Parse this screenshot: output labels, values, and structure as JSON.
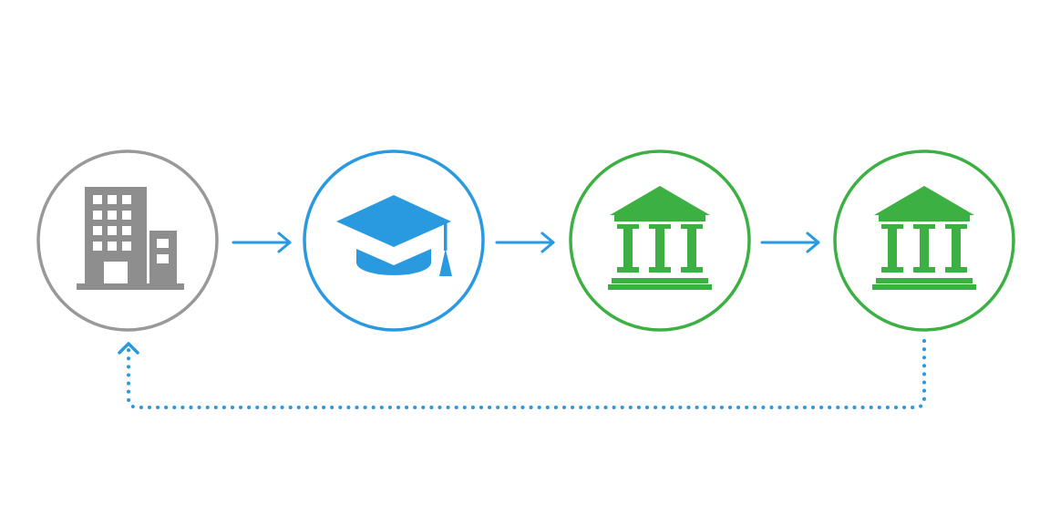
{
  "nodes": [
    {
      "id": "company",
      "icon": "office-building-icon",
      "color": "#999999"
    },
    {
      "id": "education",
      "icon": "graduation-cap-icon",
      "color": "#2a9ae0"
    },
    {
      "id": "institution-1",
      "icon": "classical-building-icon",
      "color": "#3cb043"
    },
    {
      "id": "institution-2",
      "icon": "classical-building-icon",
      "color": "#3cb043"
    }
  ],
  "edges": [
    {
      "from": "company",
      "to": "education",
      "style": "solid"
    },
    {
      "from": "education",
      "to": "institution-1",
      "style": "solid"
    },
    {
      "from": "institution-1",
      "to": "institution-2",
      "style": "solid"
    },
    {
      "from": "institution-2",
      "to": "company",
      "style": "dotted"
    }
  ],
  "colors": {
    "arrow": "#2a9ae0",
    "background": "#ffffff"
  }
}
